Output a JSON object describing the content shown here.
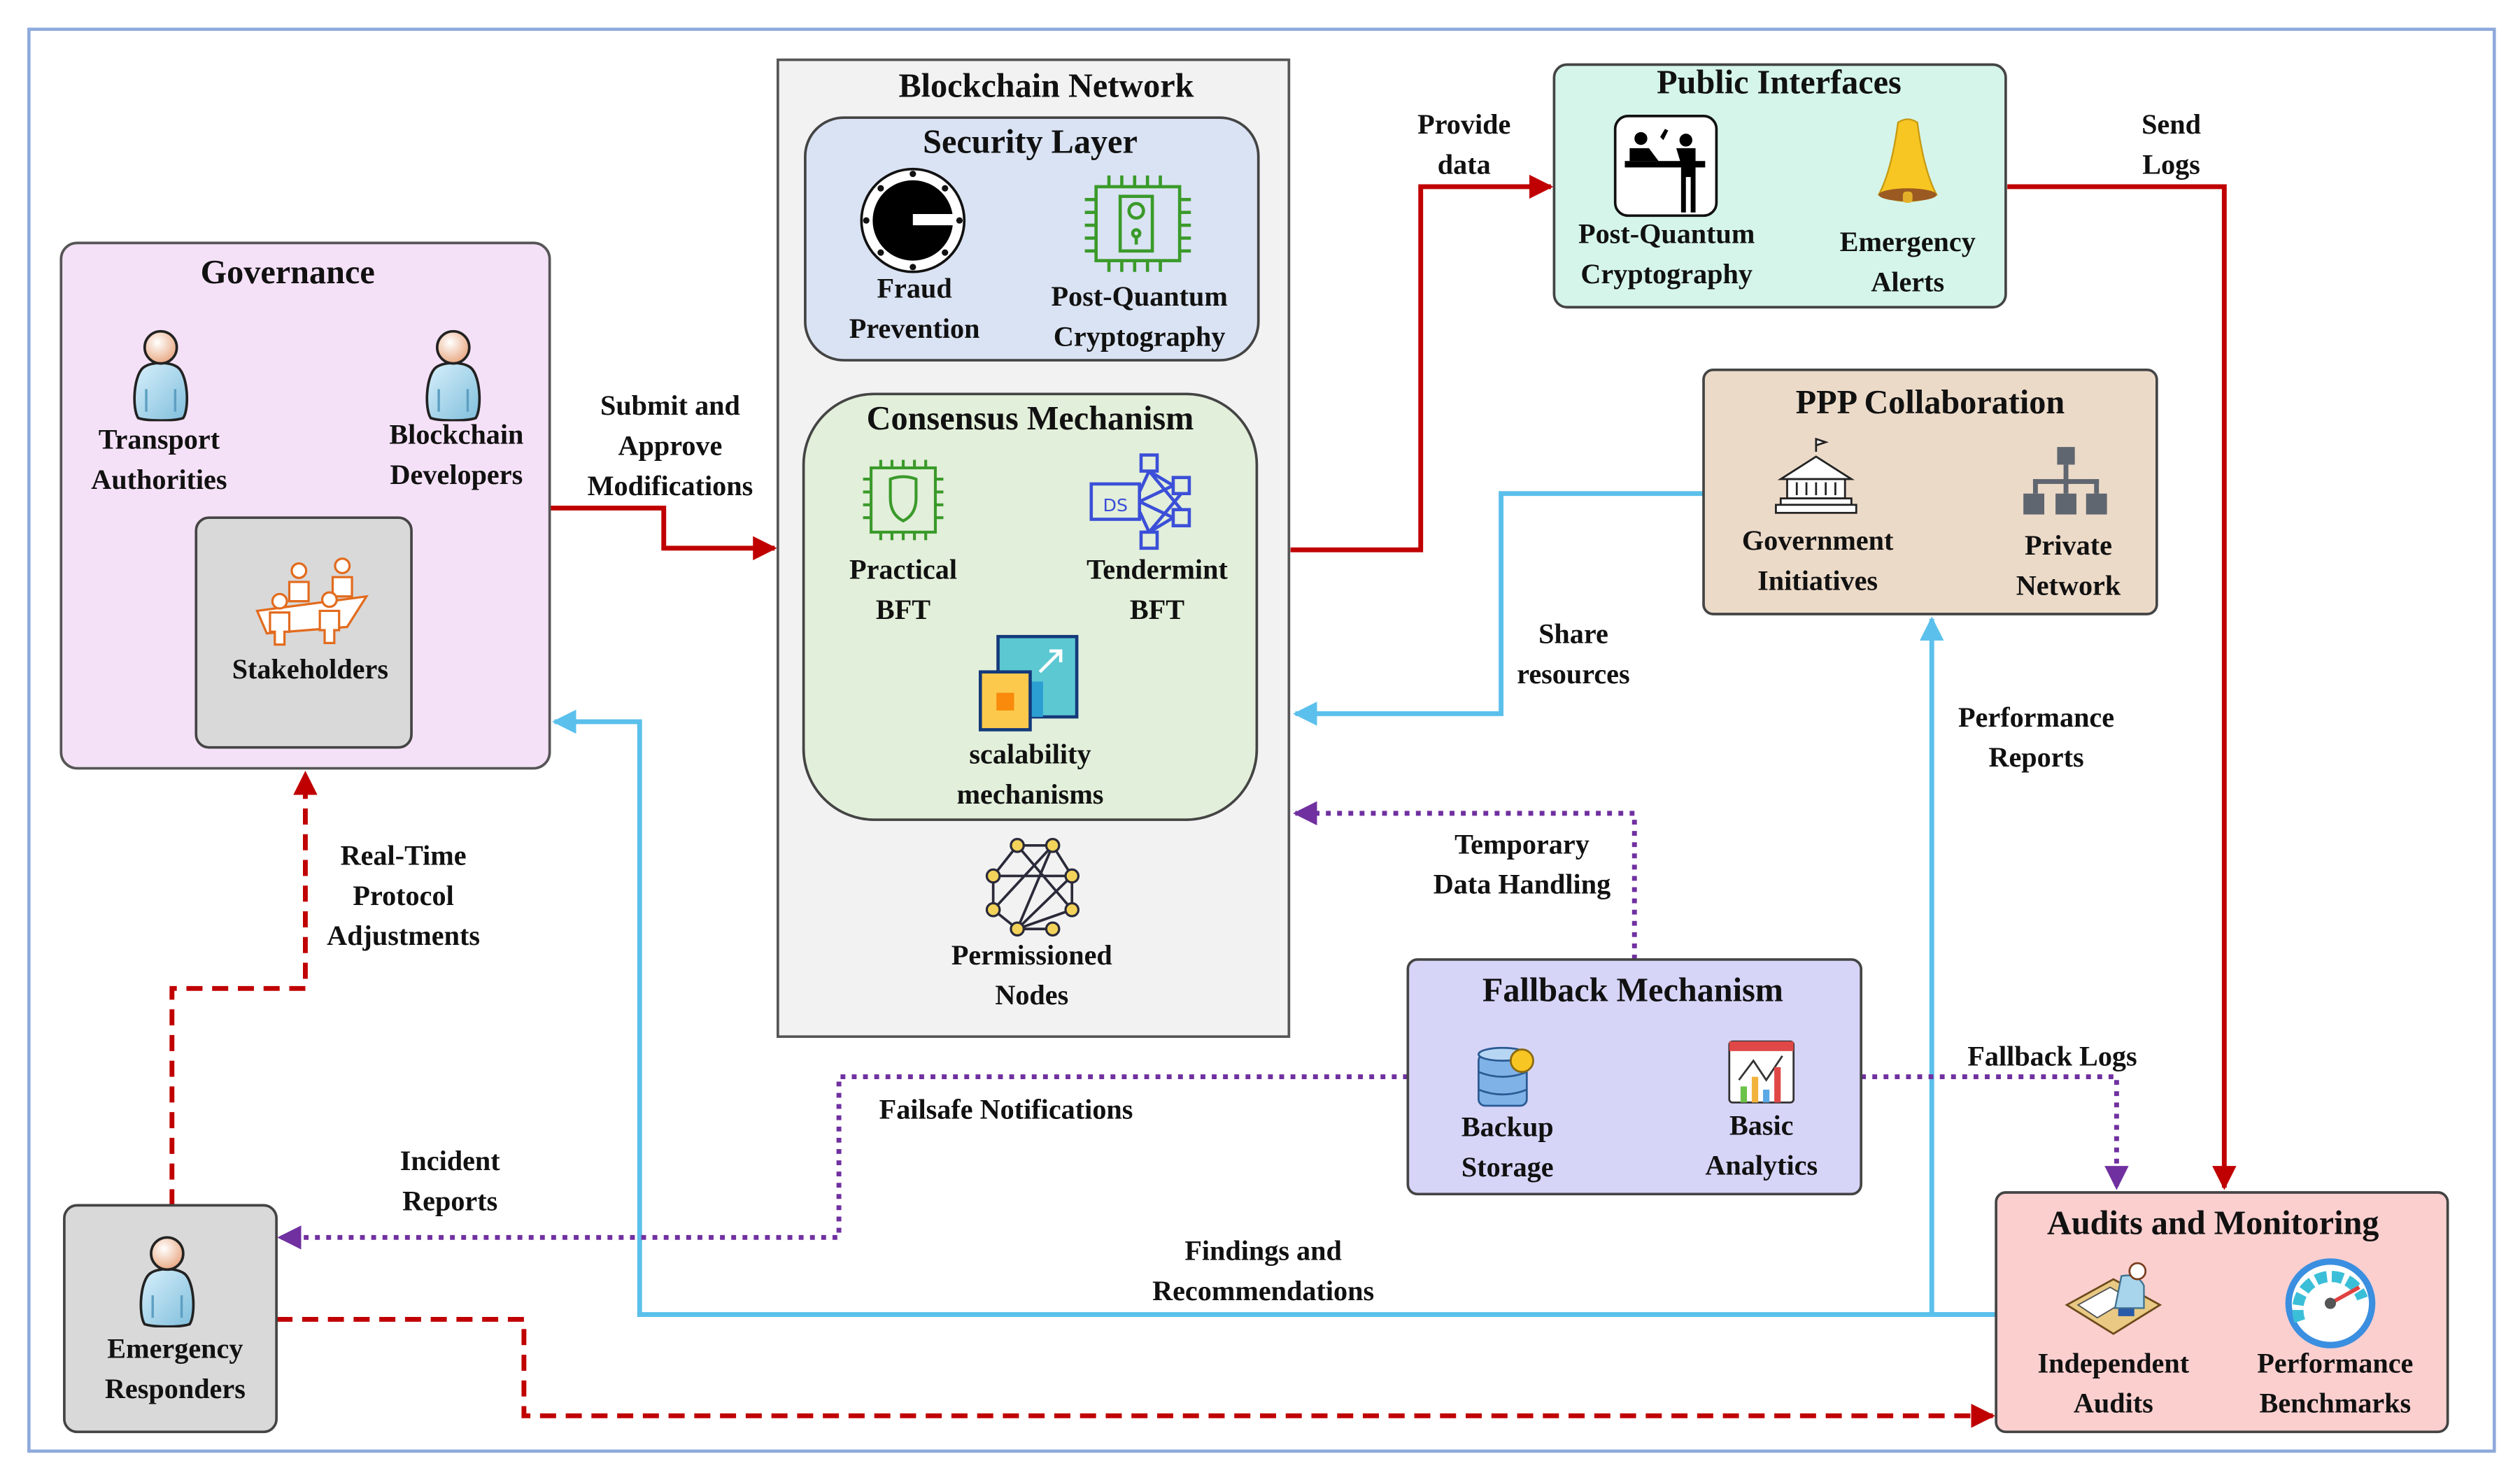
{
  "diagram": {
    "boxes": {
      "governance": {
        "title": "Governance",
        "fill": "#f5e1f7",
        "items": [
          {
            "label_lines": [
              "Transport",
              "Authorities"
            ],
            "icon": "user-icon"
          },
          {
            "label_lines": [
              "Blockchain",
              "Developers"
            ],
            "icon": "user-icon"
          }
        ],
        "stakeholders": {
          "label": "Stakeholders",
          "icon": "meeting-group-icon",
          "fill": "#d9d9d9"
        }
      },
      "blockchain_network": {
        "title": "Blockchain Network",
        "fill": "#f2f2f2",
        "security_layer": {
          "title": "Security Layer",
          "fill": "#dae3f3",
          "items": [
            {
              "label_lines": [
                "Fraud",
                "Prevention"
              ],
              "icon": "safe-dial-icon"
            },
            {
              "label_lines": [
                "Post-Quantum",
                "Cryptography"
              ],
              "icon": "chip-lock-icon"
            }
          ]
        },
        "consensus_mechanism": {
          "title": "Consensus Mechanism",
          "fill": "#e2efda",
          "items": [
            {
              "label_lines": [
                "Practical",
                "BFT"
              ],
              "icon": "chip-shield-icon"
            },
            {
              "label_lines": [
                "Tendermint",
                "BFT"
              ],
              "icon": "ds-network-icon"
            },
            {
              "label_lines": [
                "scalability",
                "mechanisms"
              ],
              "icon": "scale-up-icon"
            }
          ]
        },
        "permissioned_nodes": {
          "label_lines": [
            "Permissioned",
            "Nodes"
          ],
          "icon": "node-mesh-icon"
        }
      },
      "public_interfaces": {
        "title": "Public Interfaces",
        "fill": "#d5f5ea",
        "items": [
          {
            "label_lines": [
              "Post-Quantum",
              "Cryptography"
            ],
            "icon": "reception-desk-icon"
          },
          {
            "label_lines": [
              "Emergency",
              "Alerts"
            ],
            "icon": "bell-icon"
          }
        ]
      },
      "ppp_collaboration": {
        "title": "PPP Collaboration",
        "fill": "#ecdac8",
        "items": [
          {
            "label_lines": [
              "Government",
              "Initiatives"
            ],
            "icon": "government-building-icon"
          },
          {
            "label_lines": [
              "Private",
              "Network"
            ],
            "icon": "org-chart-icon"
          }
        ]
      },
      "fallback_mechanism": {
        "title": "Fallback Mechanism",
        "fill": "#d6d5f8",
        "items": [
          {
            "label_lines": [
              "Backup",
              "Storage"
            ],
            "icon": "database-backup-icon"
          },
          {
            "label_lines": [
              "Basic",
              "Analytics"
            ],
            "icon": "analytics-dashboard-icon"
          }
        ]
      },
      "audits_monitoring": {
        "title": "Audits and Monitoring",
        "fill": "#fccfcf",
        "items": [
          {
            "label_lines": [
              "Independent",
              "Audits"
            ],
            "icon": "auditor-desk-icon"
          },
          {
            "label_lines": [
              "Performance",
              "Benchmarks"
            ],
            "icon": "speedometer-icon"
          }
        ]
      },
      "emergency_responders": {
        "label_lines": [
          "Emergency",
          "Responders"
        ],
        "icon": "user-icon",
        "fill": "#d9d9d9"
      }
    },
    "edges": [
      {
        "id": "submit-approve",
        "label_lines": [
          "Submit and",
          "Approve",
          "Modifications"
        ],
        "style": "solid",
        "color": "#c00000",
        "from": "Governance",
        "to": "Blockchain Network"
      },
      {
        "id": "provide-data",
        "label_lines": [
          "Provide",
          "data"
        ],
        "style": "solid",
        "color": "#c00000",
        "from": "Blockchain Network",
        "to": "Public Interfaces"
      },
      {
        "id": "send-logs",
        "label_lines": [
          "Send",
          "Logs"
        ],
        "style": "solid",
        "color": "#c00000",
        "from": "Public Interfaces",
        "to": "Audits and Monitoring"
      },
      {
        "id": "share-resources",
        "label_lines": [
          "Share",
          "resources"
        ],
        "style": "solid",
        "color": "#5bc0eb",
        "from": "PPP Collaboration",
        "to": "Blockchain Network"
      },
      {
        "id": "performance-reports",
        "label_lines": [
          "Performance",
          "Reports"
        ],
        "style": "solid",
        "color": "#5bc0eb",
        "from": "Audits and Monitoring",
        "to": "PPP Collaboration"
      },
      {
        "id": "findings",
        "label_lines": [
          "Findings and",
          "Recommendations"
        ],
        "style": "solid",
        "color": "#5bc0eb",
        "from": "Audits and Monitoring",
        "to": "Governance"
      },
      {
        "id": "temporary-data",
        "label_lines": [
          "Temporary",
          "Data Handling"
        ],
        "style": "dotted",
        "color": "#7030a0",
        "from": "Fallback Mechanism",
        "to": "Blockchain Network"
      },
      {
        "id": "failsafe",
        "label_lines": [
          "Failsafe Notifications"
        ],
        "style": "dotted",
        "color": "#7030a0",
        "from": "Fallback Mechanism",
        "to": "Emergency Responders"
      },
      {
        "id": "incident-reports",
        "label_lines": [
          "Incident",
          "Reports"
        ],
        "style": "dotted",
        "color": "#7030a0",
        "from": "Fallback Mechanism",
        "to": "Emergency Responders"
      },
      {
        "id": "fallback-logs",
        "label_lines": [
          "Fallback Logs"
        ],
        "style": "dotted",
        "color": "#7030a0",
        "from": "Fallback Mechanism",
        "to": "Audits and Monitoring"
      },
      {
        "id": "real-time",
        "label_lines": [
          "Real-Time",
          "Protocol",
          "Adjustments"
        ],
        "style": "dashed",
        "color": "#c00000",
        "from": "Emergency Responders",
        "to": "Governance"
      },
      {
        "id": "responders-audits",
        "label_lines": [],
        "style": "dashed",
        "color": "#c00000",
        "from": "Emergency Responders",
        "to": "Audits and Monitoring"
      }
    ]
  }
}
